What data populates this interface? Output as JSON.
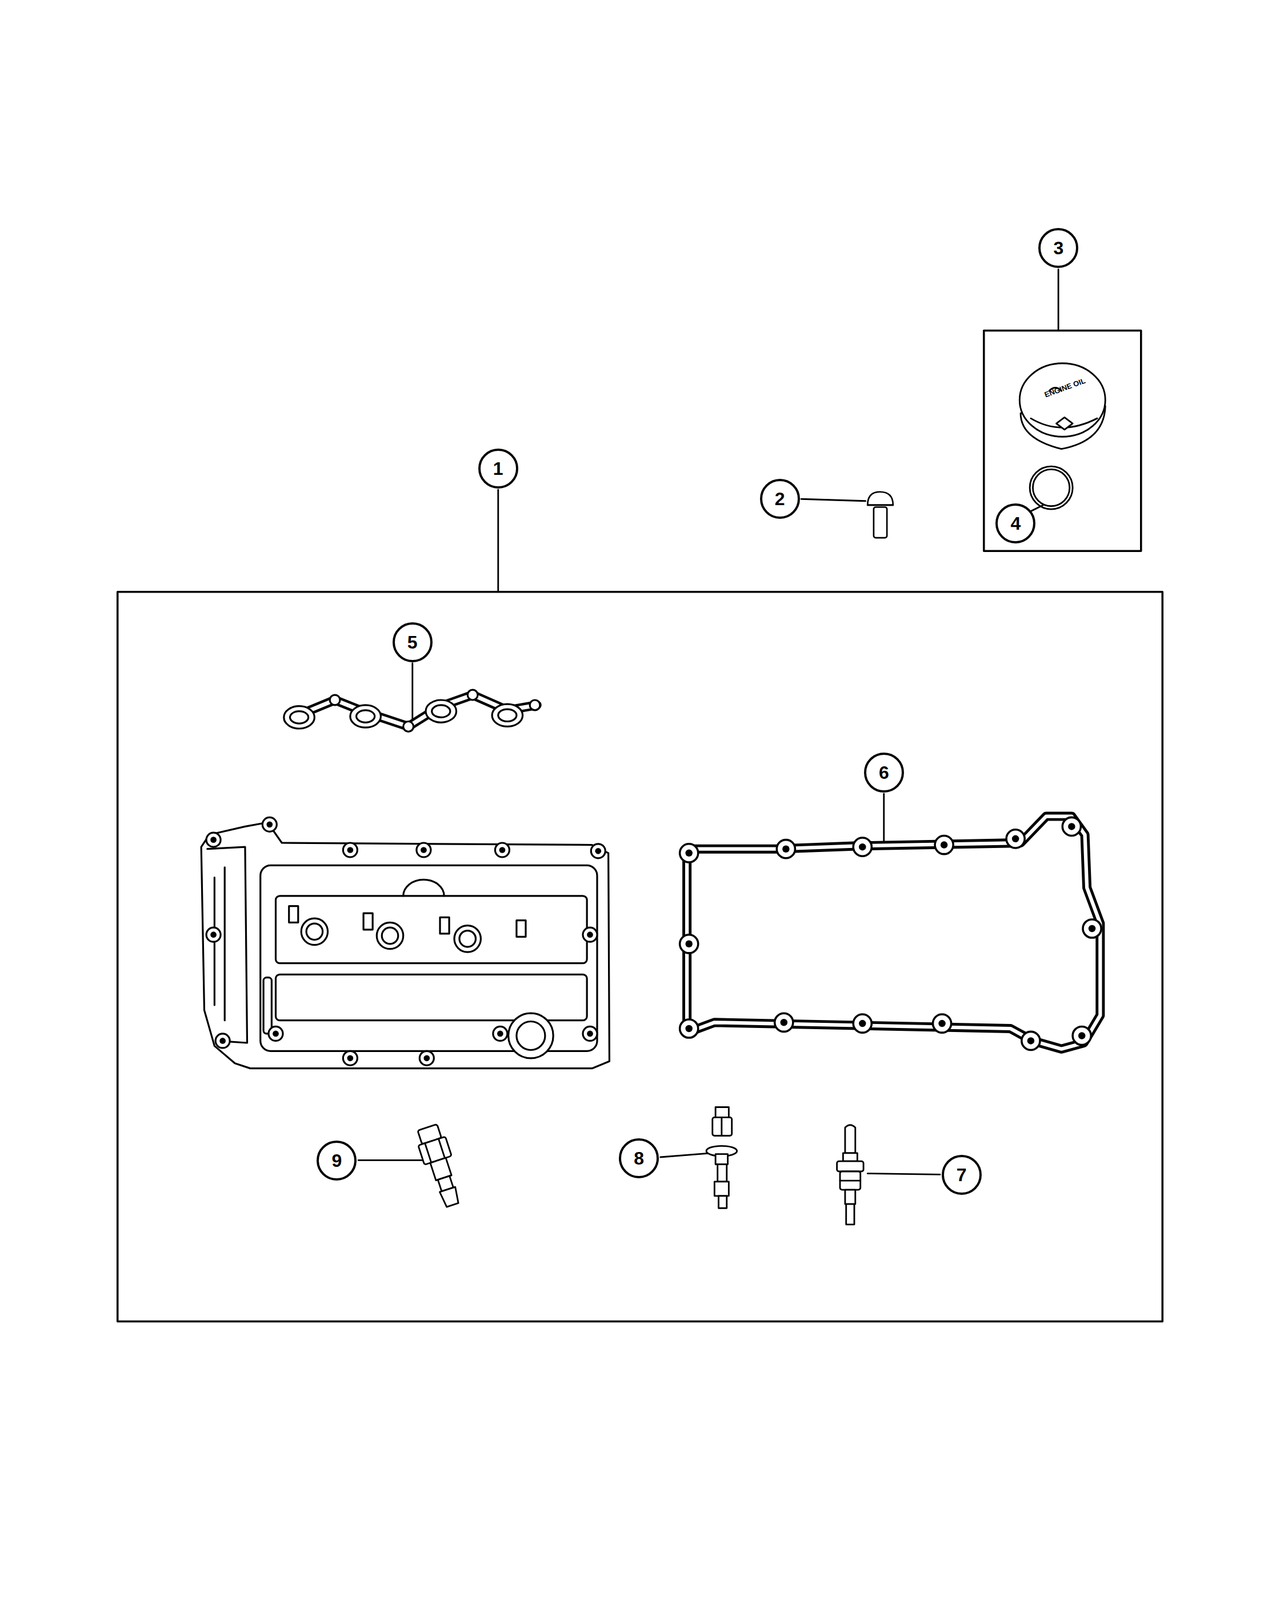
{
  "diagram": {
    "nodes": [
      {
        "text": [
          "3"
        ]
      },
      {
        "text": [
          "1"
        ]
      },
      {
        "text": [
          "2"
        ]
      },
      {
        "text": [
          "4"
        ]
      },
      {
        "text": [
          "5"
        ]
      },
      {
        "text": [
          "6"
        ]
      },
      {
        "text": [
          "9"
        ]
      },
      {
        "text": [
          "8"
        ]
      },
      {
        "text": [
          "7"
        ]
      }
    ],
    "labels": [
      "ENGINE OIL"
    ]
  }
}
